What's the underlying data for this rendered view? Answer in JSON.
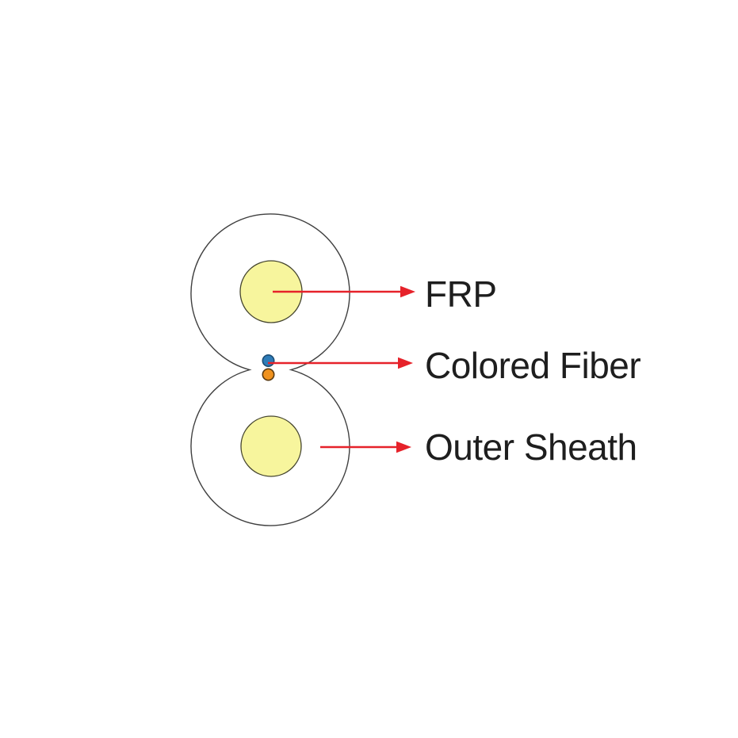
{
  "diagram": {
    "background": "#ffffff",
    "labels": {
      "frp": "FRP",
      "colored_fiber": "Colored Fiber",
      "outer_sheath": "Outer Sheath"
    },
    "colors": {
      "sheath_fill": "#ffffff",
      "outline": "#3f3f3f",
      "frp_fill": "#f7f59d",
      "frp_outline": "#45452f",
      "fiber_blue": "#2e7cb8",
      "fiber_blue_outline": "#1c4d74",
      "fiber_orange": "#f0921e",
      "fiber_orange_outline": "#5a3a10",
      "arrow": "#e6222a",
      "label_text": "#1e1e1e"
    }
  }
}
